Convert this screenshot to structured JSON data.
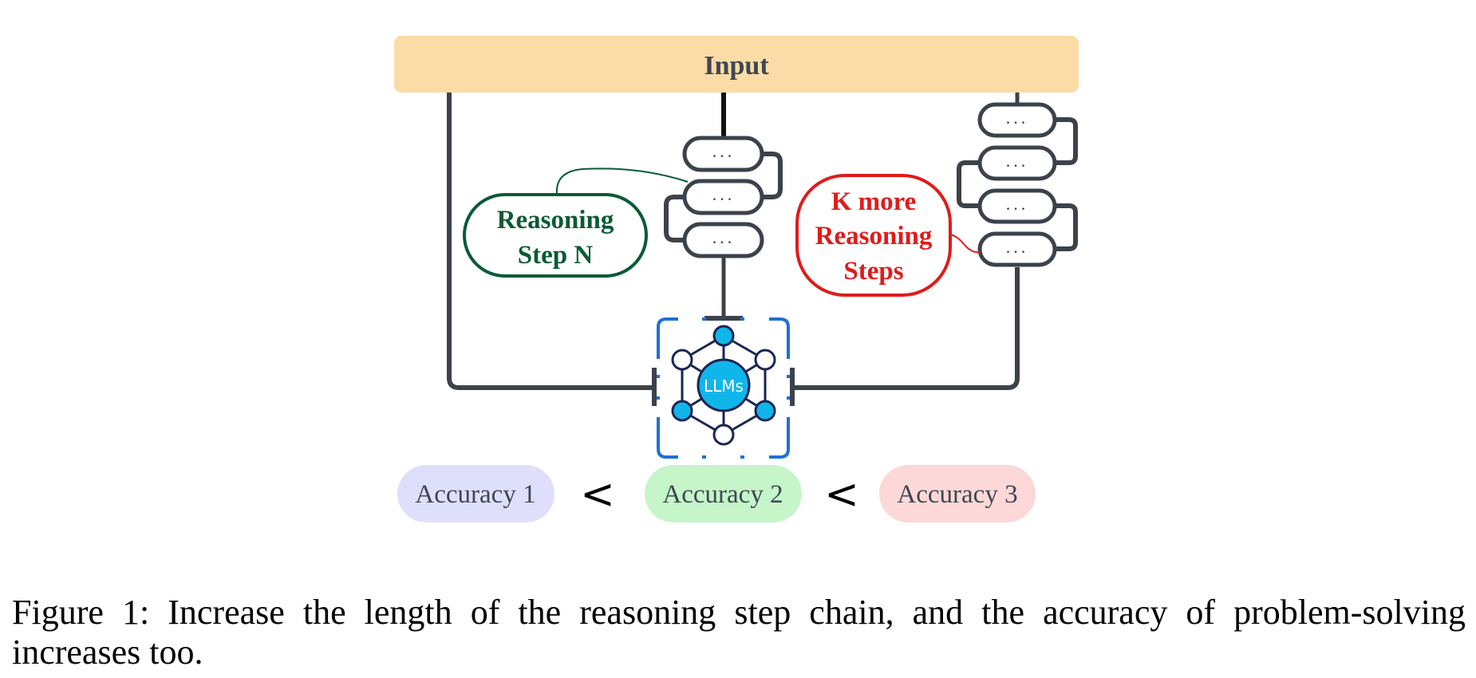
{
  "diagram": {
    "input_label": "Input",
    "step_placeholder": "...",
    "reasoning_step_callout": [
      "Reasoning",
      "Step N"
    ],
    "k_more_callout": [
      "K more",
      "Reasoning",
      "Steps"
    ],
    "model_label": "LLMs",
    "middle_chain_steps": 3,
    "right_chain_steps": 4,
    "accuracies": [
      {
        "label": "Accuracy 1",
        "color": "#dfdffb"
      },
      {
        "label": "Accuracy 2",
        "color": "#c5f5c8"
      },
      {
        "label": "Accuracy 3",
        "color": "#fcd8d8"
      }
    ],
    "comparator": "<",
    "colors": {
      "input_fill": "#fcdca6",
      "line": "#3c424a",
      "green": "#0b5a35",
      "red": "#e01b1b",
      "blue_dash": "#1f6fd8",
      "node_fill": "#10b6ea",
      "node_stroke": "#1b2554",
      "text_dark": "#3f4652"
    }
  },
  "caption": {
    "line1": "Figure 1: Increase the length of the reasoning step chain, and the accuracy of problem-solving",
    "line2": "increases too."
  }
}
